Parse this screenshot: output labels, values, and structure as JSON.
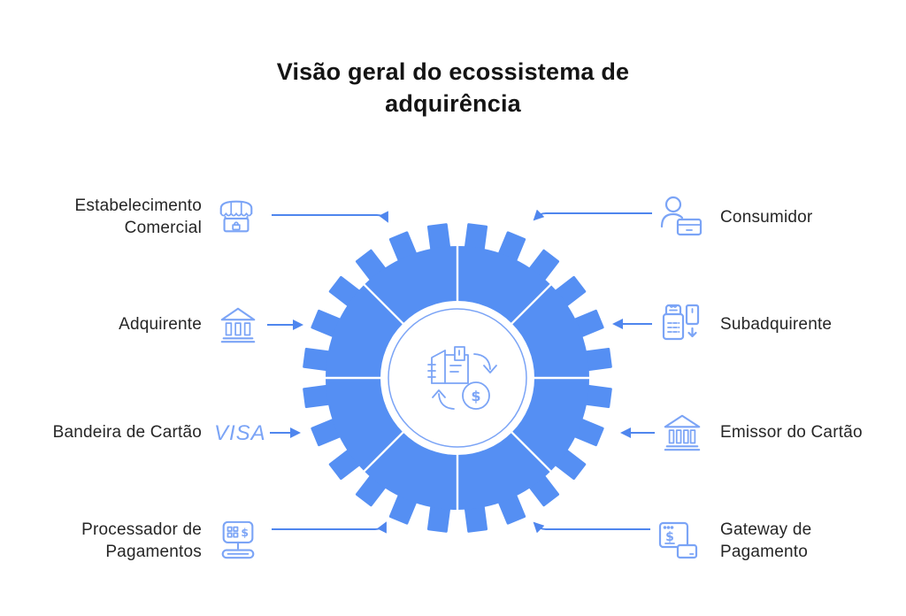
{
  "title": "Visão geral do ecossistema de adquirência",
  "colors": {
    "gear_blue": "#558FF3",
    "icon_blue": "#7BA4F6",
    "arrow_blue": "#4F86EE",
    "text_dark": "#262626",
    "title_dark": "#141414"
  },
  "glyphs": {
    "dollar": "$"
  },
  "center": {
    "icon": "invoice-money-cycle-icon"
  },
  "entities": {
    "left": [
      {
        "label": "Estabelecimento Comercial",
        "icon": "storefront-icon"
      },
      {
        "label": "Adquirente",
        "icon": "bank-icon"
      },
      {
        "label": "Bandeira de Cartão",
        "icon": "visa-wordmark",
        "logo_text": "VISA"
      },
      {
        "label": "Processador de Pagamentos",
        "icon": "cash-register-icon"
      }
    ],
    "right": [
      {
        "label": "Consumidor",
        "icon": "person-card-icon"
      },
      {
        "label": "Subadquirente",
        "icon": "pos-terminal-card-icon"
      },
      {
        "label": "Emissor do Cartão",
        "icon": "bank-icon"
      },
      {
        "label": "Gateway de Pagamento",
        "icon": "browser-payment-icon"
      }
    ]
  }
}
